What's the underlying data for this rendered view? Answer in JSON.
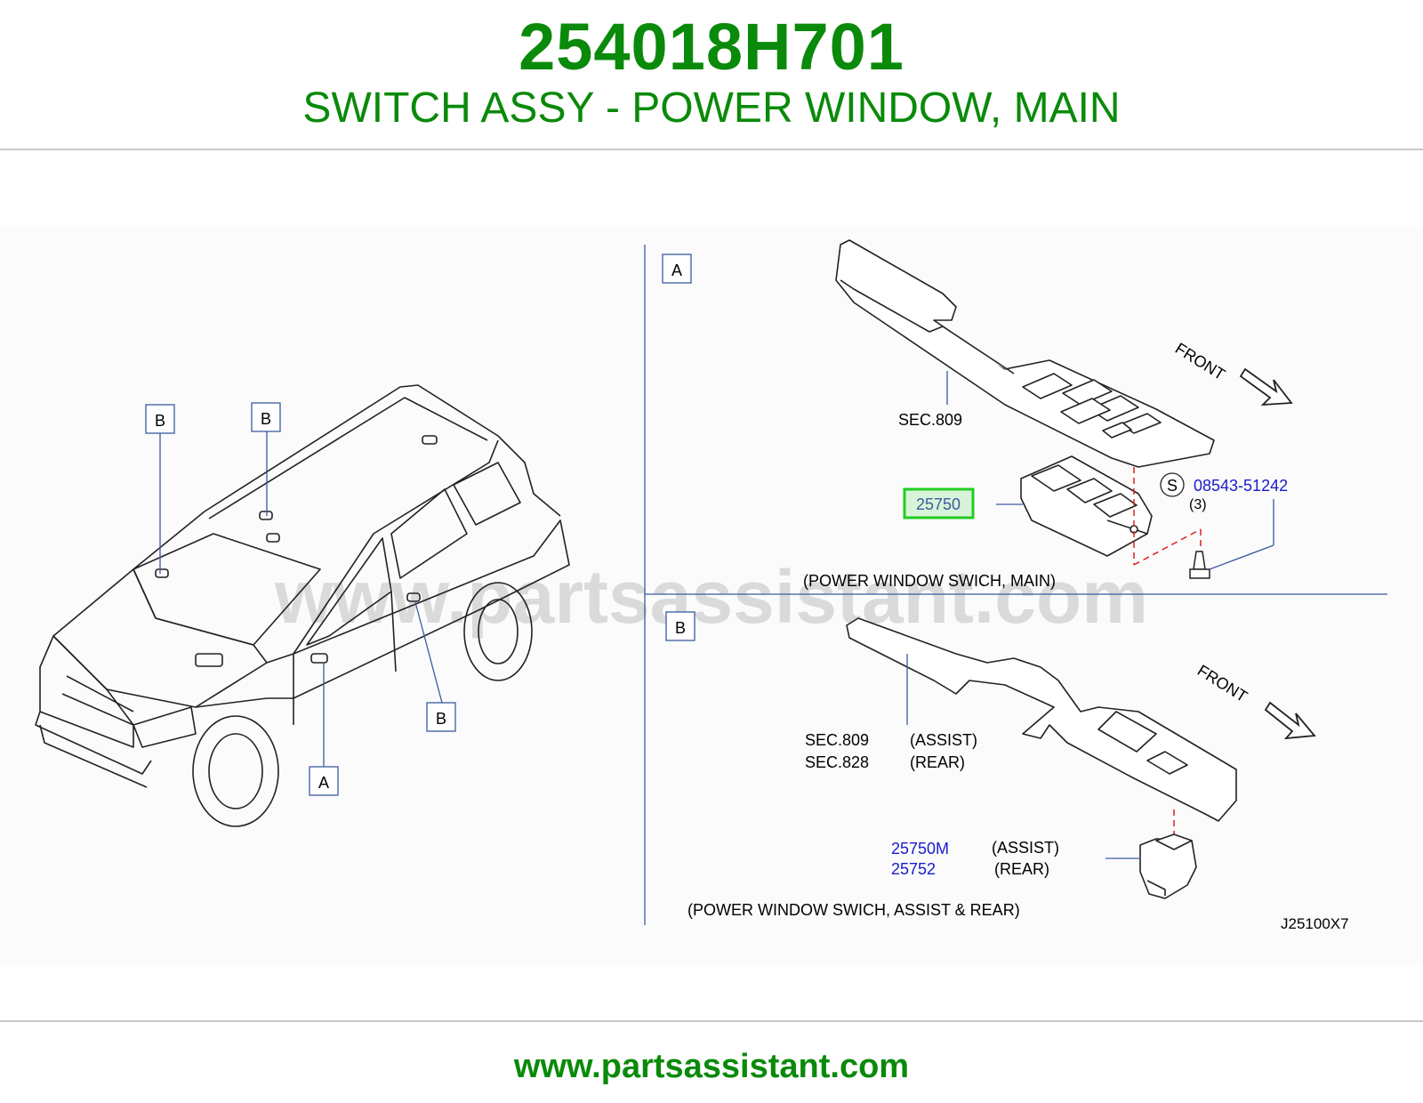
{
  "header": {
    "part_number": "254018H701",
    "part_name": "SWITCH ASSY - POWER WINDOW, MAIN"
  },
  "footer": {
    "url": "www.partsassistant.com"
  },
  "watermark": "www.partsassistant.com",
  "colors": {
    "brand_green": "#0a8a0a",
    "highlight_green": "#22cc22",
    "part_blue": "#1a1acc",
    "callout_blue": "#3a5aa0",
    "dashed_red": "#e02020"
  },
  "left_view": {
    "callouts": [
      "B",
      "B",
      "B",
      "A"
    ]
  },
  "section_a": {
    "tag": "A",
    "front_label": "FRONT",
    "sec_ref": "SEC.809",
    "main_part": "25750",
    "screw_symbol": "S",
    "screw_part": "08543-51242",
    "screw_qty": "(3)",
    "caption": "(POWER  WINDOW  SWICH,  MAIN)"
  },
  "section_b": {
    "tag": "B",
    "front_label": "FRONT",
    "sec_rows": [
      {
        "sec": "SEC.809",
        "desc": "(ASSIST)"
      },
      {
        "sec": "SEC.828",
        "desc": "(REAR)"
      }
    ],
    "parts": [
      {
        "number": "25750M",
        "desc": "(ASSIST)"
      },
      {
        "number": "25752",
        "desc": "(REAR)"
      }
    ],
    "caption": "(POWER  WINDOW  SWICH,  ASSIST  &  REAR)",
    "diagram_code": "J25100X7"
  }
}
